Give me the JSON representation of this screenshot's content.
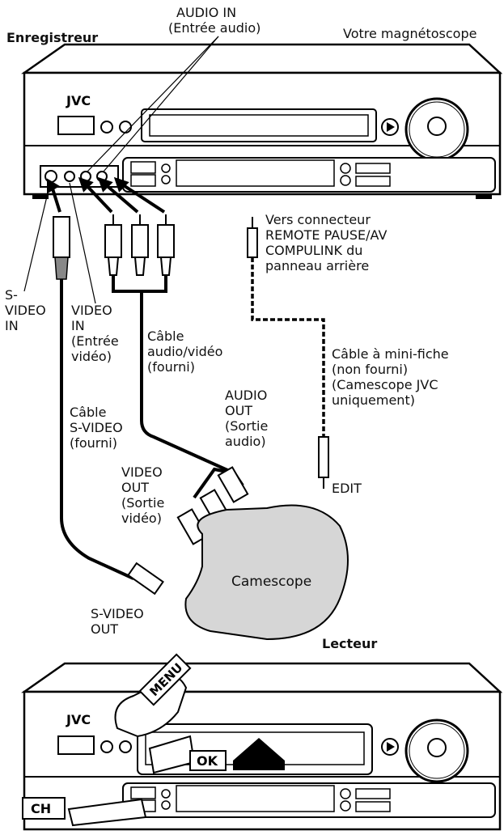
{
  "labels": {
    "audio_in_1": "AUDIO IN",
    "audio_in_2": "(Entrée audio)",
    "enregistreur": "Enregistreur",
    "votre_magnetoscope": "Votre magnétoscope",
    "vers_1": "Vers connecteur",
    "vers_2": "REMOTE PAUSE/AV",
    "vers_3": "COMPULINK du",
    "vers_4": "panneau arrière",
    "svideo_in_1": "S-",
    "svideo_in_2": "VIDEO",
    "svideo_in_3": "IN",
    "video_in_1": "VIDEO",
    "video_in_2": "IN",
    "video_in_3": "(Entrée",
    "video_in_4": "vidéo)",
    "cable_av_1": "Câble",
    "cable_av_2": "audio/vidéo",
    "cable_av_3": "(fourni)",
    "cable_mini_1": "Câble à mini-fiche",
    "cable_mini_2": "(non fourni)",
    "cable_mini_3": "(Camescope JVC",
    "cable_mini_4": "uniquement)",
    "audio_out_1": "AUDIO",
    "audio_out_2": "OUT",
    "audio_out_3": "(Sortie",
    "audio_out_4": "audio)",
    "cable_sv_1": "Câble",
    "cable_sv_2": "S-VIDEO",
    "cable_sv_3": "(fourni)",
    "video_out_1": "VIDEO",
    "video_out_2": "OUT",
    "video_out_3": "(Sortie",
    "video_out_4": "vidéo)",
    "edit": "EDIT",
    "camescope": "Camescope",
    "svideo_out_1": "S-VIDEO",
    "svideo_out_2": "OUT",
    "lecteur": "Lecteur"
  },
  "vcr": {
    "brand": "JVC"
  },
  "buttons": {
    "menu": "MENU",
    "ok": "OK",
    "ch": "CH"
  }
}
